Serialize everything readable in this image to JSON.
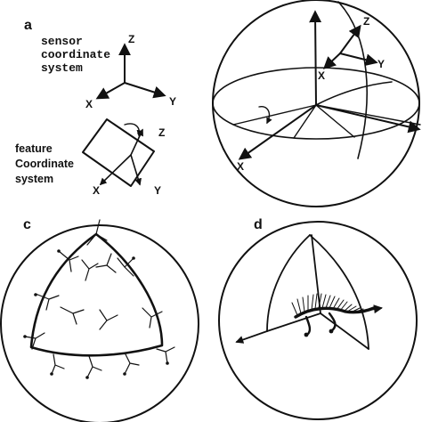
{
  "panels": {
    "a": {
      "letter": "a",
      "sensor_lines": [
        "sensor",
        "coordinate",
        "system"
      ],
      "feature_lines": [
        "feature",
        "Coordinate",
        "system"
      ],
      "axes": {
        "z": "Z",
        "x": "X",
        "y": "Y"
      }
    },
    "b": {
      "axes": {
        "z": "Z",
        "x": "X",
        "y": "Y"
      }
    },
    "c": {
      "letter": "c"
    },
    "d": {
      "letter": "d"
    }
  }
}
